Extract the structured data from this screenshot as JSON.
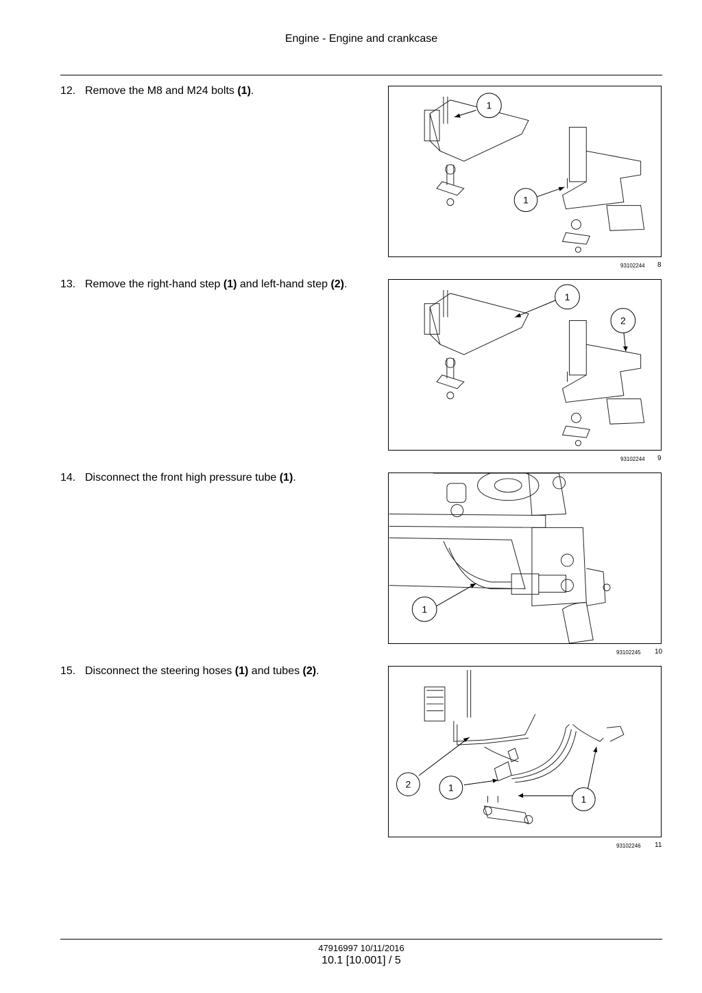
{
  "header": {
    "title": "Engine - Engine and crankcase"
  },
  "steps": [
    {
      "num": "12.",
      "pre": "Remove the M8 and M24 bolts ",
      "b1": "(1)",
      "mid": "",
      "b2": "",
      "post": ".",
      "figure": {
        "ref": "93102244",
        "num": "8",
        "callouts": [
          "1",
          "1"
        ]
      }
    },
    {
      "num": "13.",
      "pre": "Remove the right-hand step ",
      "b1": "(1)",
      "mid": " and left-hand step ",
      "b2": "(2)",
      "post": ".",
      "figure": {
        "ref": "93102244",
        "num": "9",
        "callouts": [
          "1",
          "2"
        ]
      }
    },
    {
      "num": "14.",
      "pre": "Disconnect the front high pressure tube ",
      "b1": "(1)",
      "mid": "",
      "b2": "",
      "post": ".",
      "figure": {
        "ref": "93102245",
        "num": "10",
        "callouts": [
          "1"
        ]
      }
    },
    {
      "num": "15.",
      "pre": "Disconnect the steering hoses ",
      "b1": "(1)",
      "mid": " and tubes ",
      "b2": "(2)",
      "post": ".",
      "figure": {
        "ref": "93102246",
        "num": "11",
        "callouts": [
          "2",
          "1",
          "1"
        ]
      }
    }
  ],
  "footer": {
    "doc": "47916997 10/11/2016",
    "page": "10.1 [10.001] / 5"
  }
}
